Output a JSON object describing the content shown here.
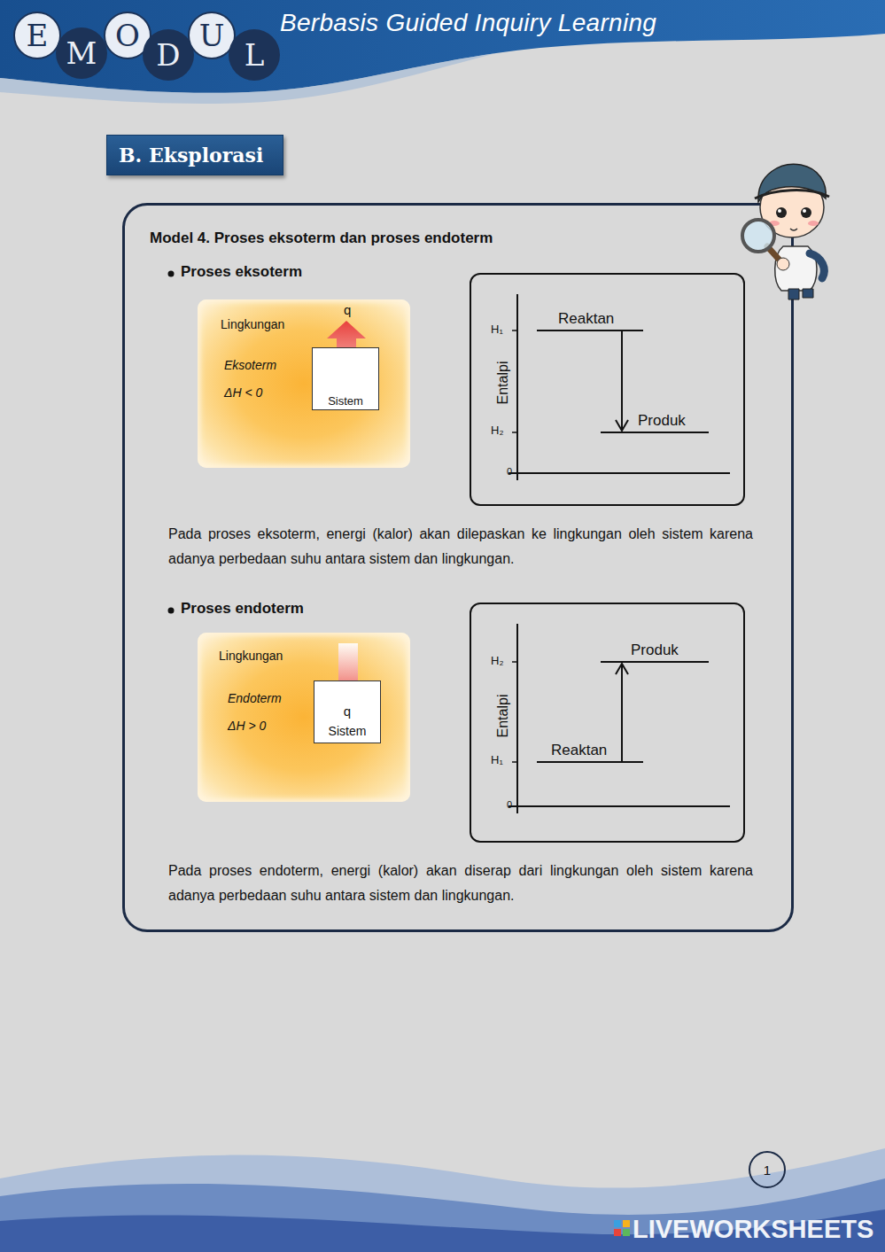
{
  "diagram": {
    "nodes": [
      {
        "text": [
          "E"
        ]
      },
      {
        "text": [
          "M"
        ]
      },
      {
        "text": [
          "O"
        ]
      },
      {
        "text": [
          "D"
        ]
      },
      {
        "text": [
          "U"
        ]
      },
      {
        "text": [
          "L"
        ]
      },
      {
        "text": [
          "B. Eksplorasi"
        ]
      },
      {
        "text": [
          "Model 4. Proses eksoterm dan proses endoterm",
          "Proses eksoterm",
          "Pada proses eksoterm, energi (kalor) akan dilepaskan ke lingkungan oleh sistem karena adanya perbedaan suhu antara sistem dan lingkungan.",
          "Proses endoterm",
          "Pada proses endoterm, energi (kalor) akan diserap dari lingkungan oleh sistem karena adanya perbedaan suhu antara sistem dan lingkungan."
        ]
      },
      {
        "text": [
          "Lingkungan",
          "q",
          "Eksoterm",
          "ΔH < 0"
        ],
        "in": 7
      },
      {
        "text": [
          "Sistem"
        ],
        "in": 8
      },
      {
        "text": [
          "H₁",
          "Reaktan",
          "Entalpi",
          "H₂",
          "Produk",
          "0"
        ],
        "in": 7
      },
      {
        "text": [
          "Lingkungan",
          "Endoterm",
          "ΔH > 0"
        ],
        "in": 7
      },
      {
        "text": [
          "q",
          "Sistem"
        ],
        "in": 11
      },
      {
        "text": [
          "H₂",
          "Produk",
          "Entalpi",
          "H₁",
          "Reaktan",
          "0"
        ],
        "in": 7
      },
      {
        "text": [
          "1"
        ]
      }
    ],
    "labels": [
      "Berbasis Guided Inquiry Learning",
      "LIVEWORKSHEETS"
    ]
  }
}
